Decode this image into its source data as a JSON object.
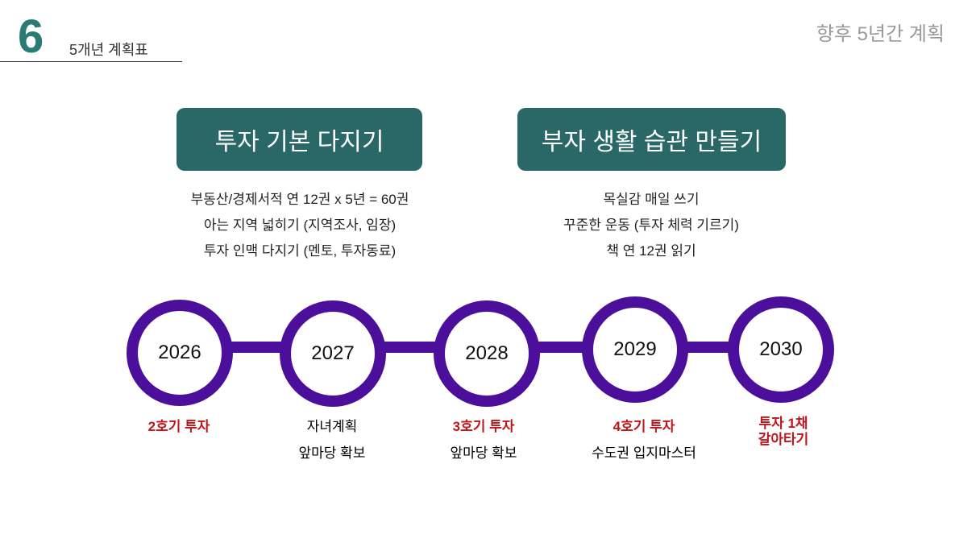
{
  "header": {
    "section_number": "6",
    "subtitle": "5개년 계획표",
    "page_title": "향후 5년간 계획"
  },
  "goals": [
    {
      "title": "투자 기본 다지기",
      "items": [
        "부동산/경제서적 연 12권 x 5년 = 60권",
        "아는 지역 넓히기 (지역조사, 임장)",
        "투자 인맥 다지기 (멘토, 투자동료)"
      ]
    },
    {
      "title": "부자 생활 습관 만들기",
      "items": [
        "목실감 매일 쓰기",
        "꾸준한 운동 (투자 체력 기르기)",
        "책 연 12권 읽기"
      ]
    }
  ],
  "timeline": [
    {
      "year": "2026",
      "lines": [
        "2호기 투자"
      ],
      "highlight": true
    },
    {
      "year": "2027",
      "lines": [
        "자녀계획",
        "앞마당 확보"
      ],
      "highlight": false
    },
    {
      "year": "2028",
      "lines": [
        "3호기 투자",
        "앞마당 확보"
      ],
      "highlight": true
    },
    {
      "year": "2029",
      "lines": [
        "4호기 투자",
        "수도권 입지마스터"
      ],
      "highlight": true
    },
    {
      "year": "2030",
      "lines": [
        "투자 1채",
        "갈아타기"
      ],
      "highlight": true
    }
  ],
  "colors": {
    "teal": "#2a6767",
    "purple": "#4b0f9c",
    "red": "#c0161a"
  }
}
